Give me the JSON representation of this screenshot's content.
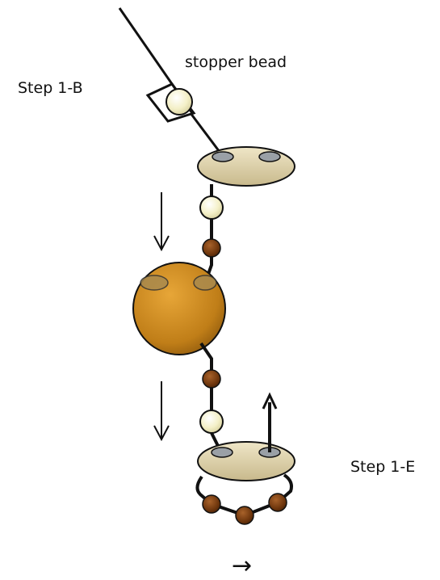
{
  "labels": {
    "stopper_bead": "stopper bead",
    "step_b": "Step 1-B",
    "step_e": "Step 1-E"
  },
  "glyphs": {
    "right_arrow": "→"
  },
  "colors": {
    "line": "#111111",
    "pearl": "#f7f3d0",
    "brown_bead": "#7a3f12",
    "gold_bead": "#c9871f",
    "two_hole_bead": "#e2d7b4",
    "hole": "#9aa0a6"
  },
  "icons": {
    "down_arrow_top": "down-arrow",
    "down_arrow_bottom": "down-arrow",
    "up_arrow": "up-arrow",
    "right_arrow": "right-arrow"
  }
}
